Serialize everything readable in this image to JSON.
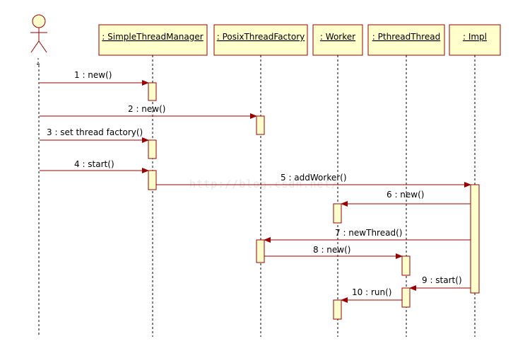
{
  "actor": {
    "label": ":"
  },
  "participants": [
    {
      "id": "manager",
      "label": ": SimpleThreadManager"
    },
    {
      "id": "factory",
      "label": ": PosixThreadFactory"
    },
    {
      "id": "worker",
      "label": ": Worker"
    },
    {
      "id": "pthread",
      "label": ": PthreadThread"
    },
    {
      "id": "impl",
      "label": ": Impl"
    }
  ],
  "messages": [
    {
      "seq": 1,
      "label": "1 : new()",
      "from": "actor",
      "to": "manager"
    },
    {
      "seq": 2,
      "label": "2 : new()",
      "from": "actor",
      "to": "factory"
    },
    {
      "seq": 3,
      "label": "3 : set thread factory()",
      "from": "actor",
      "to": "manager"
    },
    {
      "seq": 4,
      "label": "4 : start()",
      "from": "actor",
      "to": "manager"
    },
    {
      "seq": 5,
      "label": "5 : addWorker()",
      "from": "manager",
      "to": "impl"
    },
    {
      "seq": 6,
      "label": "6 : new()",
      "from": "impl",
      "to": "worker"
    },
    {
      "seq": 7,
      "label": "7 : newThread()",
      "from": "impl",
      "to": "factory"
    },
    {
      "seq": 8,
      "label": "8 : new()",
      "from": "factory",
      "to": "pthread"
    },
    {
      "seq": 9,
      "label": "9 : start()",
      "from": "impl",
      "to": "pthread"
    },
    {
      "seq": 10,
      "label": "10 : run()",
      "from": "pthread",
      "to": "worker"
    }
  ],
  "watermark": "http://blog.csdn.net/",
  "colors": {
    "box_fill": "#ffffcc",
    "box_stroke": "#990000",
    "message_line": "#990000",
    "lifeline": "#000000",
    "watermark": "#e6e6e6"
  }
}
